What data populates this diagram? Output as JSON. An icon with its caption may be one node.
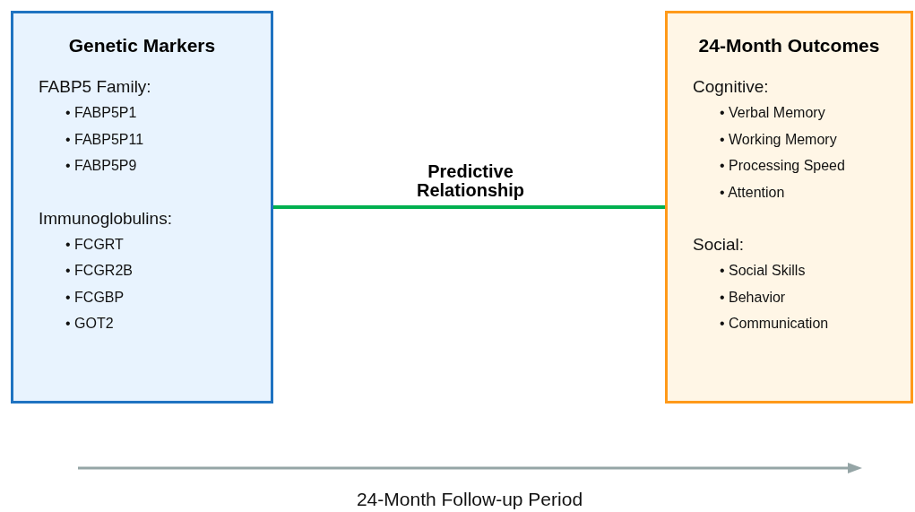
{
  "diagram": {
    "nodes": [
      {
        "text": [
          "Genetic Markers",
          "FABP5 Family:",
          "• FABP5P1",
          "• FABP5P11",
          "• FABP5P9",
          "Immunoglobulins:",
          "• FCGRT",
          "• FCGR2B",
          "• FCGBP",
          "• GOT2"
        ]
      },
      {
        "text": [
          "24-Month Outcomes",
          "Cognitive:",
          "• Verbal Memory",
          "• Working Memory",
          "• Processing Speed",
          "• Attention",
          "Social:",
          "• Social Skills",
          "• Behavior",
          "• Communication"
        ]
      }
    ],
    "edges": [
      {
        "from": 0,
        "to": 1,
        "arrow": "none",
        "label": "Predictive Relationship"
      }
    ],
    "labels": [
      "24-Month Follow-up Period"
    ]
  }
}
